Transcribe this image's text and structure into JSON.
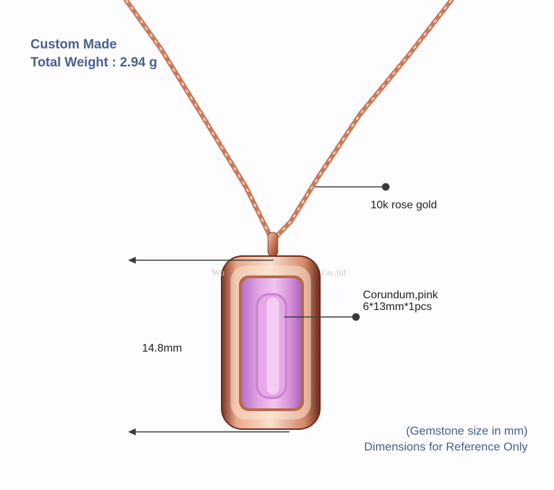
{
  "product": {
    "header": {
      "line1": "Custom Made",
      "line2": "Total Weight : 2.94 g"
    },
    "callouts": {
      "metal": "10k rose gold",
      "gemstone_name": "Corundum,pink",
      "gemstone_size": "6*13mm*1pcs",
      "height": "14.8mm"
    },
    "notes": {
      "line1": "(Gemstone size in mm)",
      "line2": "Dimensions for Reference Only"
    },
    "watermark": {
      "left": "Wu",
      "right": "Co.,ltd"
    },
    "colors": {
      "header_text": "#4a5f8e",
      "rose_gold": "#d9906e",
      "gem_pink": "#d98fd6",
      "callout_line": "#3a3a3a"
    }
  }
}
